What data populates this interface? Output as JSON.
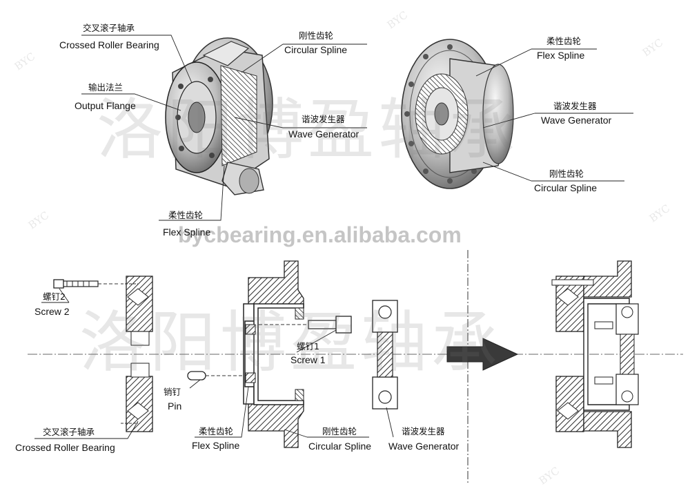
{
  "labels": {
    "crossed_roller_top_zh": "交叉滚子轴承",
    "crossed_roller_top_en": "Crossed Roller Bearing",
    "output_flange_zh": "输出法兰",
    "output_flange_en": "Output  Flange",
    "circular_spline_top_zh": "刚性齿轮",
    "circular_spline_top_en": "Circular Spline",
    "wave_gen_left_zh": "谐波发生器",
    "wave_gen_left_en": "Wave Generator",
    "flex_spline_left_zh": "柔性齿轮",
    "flex_spline_left_en": "Flex Spline",
    "flex_spline_right_zh": "柔性齿轮",
    "flex_spline_right_en": "Flex Spline",
    "wave_gen_right_zh": "谐波发生器",
    "wave_gen_right_en": "Wave Generator",
    "circular_spline_right_zh": "刚性齿轮",
    "circular_spline_right_en": "Circular Spline",
    "screw2_zh": "螺钉2",
    "screw2_en": "Screw 2",
    "screw1_zh": "螺钉1",
    "screw1_en": "Screw 1",
    "pin_zh": "销钉",
    "pin_en": "Pin",
    "crossed_roller_bottom_zh": "交叉滚子轴承",
    "crossed_roller_bottom_en": "Crossed Roller Bearing",
    "flex_spline_bottom_zh": "柔性齿轮",
    "flex_spline_bottom_en": "Flex Spline",
    "circular_spline_bottom_zh": "刚性齿轮",
    "circular_spline_bottom_en": "Circular Spline",
    "wave_gen_bottom_zh": "谐波发生器",
    "wave_gen_bottom_en": "Wave Generator"
  },
  "watermark": {
    "text_cn": "洛阳博盈轴承",
    "url": "bycbearing.en.alibaba.com",
    "brand": "BYC"
  },
  "colors": {
    "line": "#1a1a1a",
    "metal_light": "#e6e6e6",
    "metal_mid": "#b5b5b5",
    "metal_dark": "#6d6d6d",
    "hatch": "#2b2b2b"
  }
}
